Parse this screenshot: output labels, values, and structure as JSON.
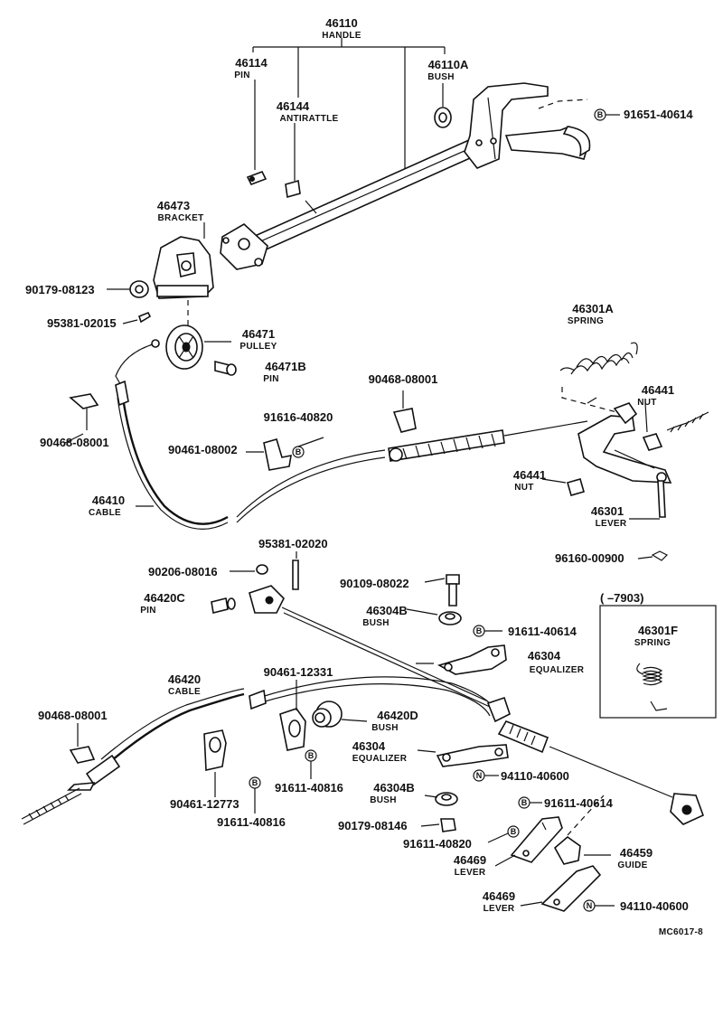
{
  "labels": [
    {
      "id": "46110",
      "number": "46110",
      "name": "HANDLE"
    },
    {
      "id": "46114",
      "number": "46114",
      "name": "PIN"
    },
    {
      "id": "46144",
      "number": "46144",
      "name": "ANTIRATTLE"
    },
    {
      "id": "46110A",
      "number": "46110A",
      "name": "BUSH"
    },
    {
      "id": "46473",
      "number": "46473",
      "name": "BRACKET"
    },
    {
      "id": "91651-40614",
      "number": "91651-40614",
      "name": "",
      "marker": "B"
    },
    {
      "id": "90179-08123",
      "number": "90179-08123",
      "name": ""
    },
    {
      "id": "95381-02015",
      "number": "95381-02015",
      "name": ""
    },
    {
      "id": "46471",
      "number": "46471",
      "name": "PULLEY"
    },
    {
      "id": "46471B",
      "number": "46471B",
      "name": "PIN"
    },
    {
      "id": "46301A",
      "number": "46301A",
      "name": "SPRING"
    },
    {
      "id": "90468-08001-a",
      "number": "90468-08001",
      "name": ""
    },
    {
      "id": "90468-08001-b",
      "number": "90468-08001",
      "name": ""
    },
    {
      "id": "91616-40820",
      "number": "91616-40820",
      "name": "",
      "marker": "B"
    },
    {
      "id": "90461-08002",
      "number": "90461-08002",
      "name": ""
    },
    {
      "id": "46441-a",
      "number": "46441",
      "name": "NUT"
    },
    {
      "id": "46441-b",
      "number": "46441",
      "name": "NUT"
    },
    {
      "id": "46410",
      "number": "46410",
      "name": "CABLE"
    },
    {
      "id": "46301",
      "number": "46301",
      "name": "LEVER"
    },
    {
      "id": "95381-02020",
      "number": "95381-02020",
      "name": ""
    },
    {
      "id": "90206-08016",
      "number": "90206-08016",
      "name": ""
    },
    {
      "id": "96160-00900",
      "number": "96160-00900",
      "name": ""
    },
    {
      "id": "90109-08022",
      "number": "90109-08022",
      "name": ""
    },
    {
      "id": "46420C",
      "number": "46420C",
      "name": "PIN"
    },
    {
      "id": "46304B-a",
      "number": "46304B",
      "name": "BUSH"
    },
    {
      "id": "91611-40614-a",
      "number": "91611-40614",
      "name": "",
      "marker": "B"
    },
    {
      "id": "46304-a",
      "number": "46304",
      "name": "EQUALIZER"
    },
    {
      "id": "46420",
      "number": "46420",
      "name": "CABLE"
    },
    {
      "id": "90461-12331",
      "number": "90461-12331",
      "name": ""
    },
    {
      "id": "46420D",
      "number": "46420D",
      "name": "BUSH"
    },
    {
      "id": "90468-08001-c",
      "number": "90468-08001",
      "name": ""
    },
    {
      "id": "46304-b",
      "number": "46304",
      "name": "EQUALIZER"
    },
    {
      "id": "94110-40600-a",
      "number": "94110-40600",
      "name": "",
      "marker": "N"
    },
    {
      "id": "46304B-b",
      "number": "46304B",
      "name": "BUSH"
    },
    {
      "id": "91611-40816-a",
      "number": "91611-40816",
      "name": "",
      "marker": "B"
    },
    {
      "id": "90461-12773",
      "number": "90461-12773",
      "name": ""
    },
    {
      "id": "91611-40816-b",
      "number": "91611-40816",
      "name": "",
      "marker": "B"
    },
    {
      "id": "91611-40614-b",
      "number": "91611-40614",
      "name": "",
      "marker": "B"
    },
    {
      "id": "90179-08146",
      "number": "90179-08146",
      "name": ""
    },
    {
      "id": "91611-40820",
      "number": "91611-40820",
      "name": "",
      "marker": "B"
    },
    {
      "id": "46469-a",
      "number": "46469",
      "name": "LEVER"
    },
    {
      "id": "46459",
      "number": "46459",
      "name": "GUIDE"
    },
    {
      "id": "46469-b",
      "number": "46469",
      "name": "LEVER"
    },
    {
      "id": "94110-40600-b",
      "number": "94110-40600",
      "name": "",
      "marker": "N"
    },
    {
      "id": "46301F",
      "number": "46301F",
      "name": "SPRING"
    }
  ],
  "inset": {
    "range": "(       –7903)"
  },
  "figure_code": "MC6017-8"
}
